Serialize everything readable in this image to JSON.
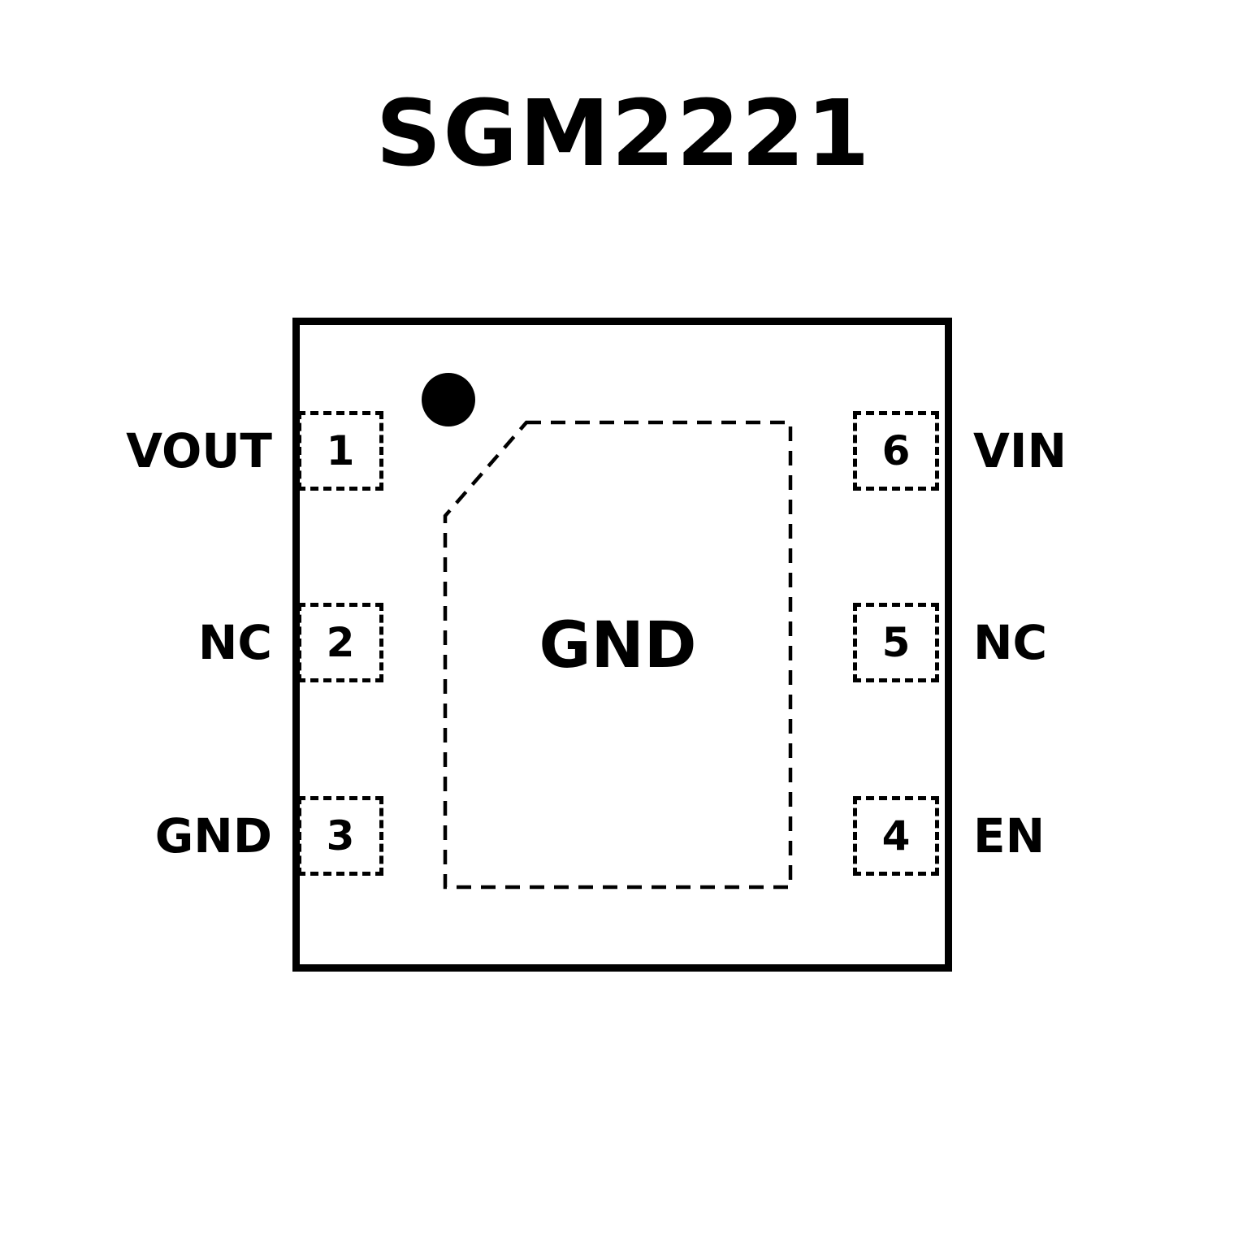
{
  "title": "SGM2221",
  "colors": {
    "ink": "#000000",
    "background": "#ffffff"
  },
  "chip": {
    "pad_label": "GND",
    "pins_left": [
      {
        "number": "1",
        "label": "VOUT"
      },
      {
        "number": "2",
        "label": "NC"
      },
      {
        "number": "3",
        "label": "GND"
      }
    ],
    "pins_right": [
      {
        "number": "6",
        "label": "VIN"
      },
      {
        "number": "5",
        "label": "NC"
      },
      {
        "number": "4",
        "label": "EN"
      }
    ]
  }
}
